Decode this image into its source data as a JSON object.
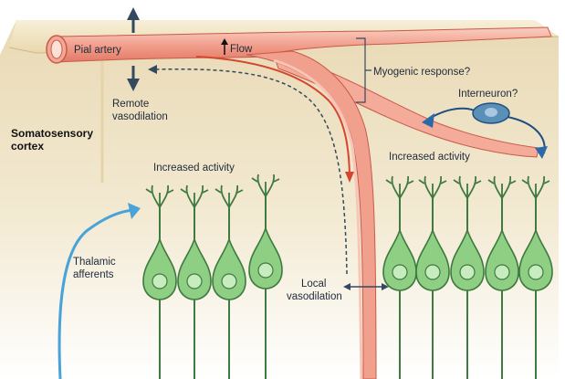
{
  "labels": {
    "pial_artery": "Pial artery",
    "flow": "Flow",
    "myogenic_response": "Myogenic response?",
    "remote_vasodilation_1": "Remote",
    "remote_vasodilation_2": "vasodilation",
    "interneuron": "Interneuron?",
    "cortex_1": "Somatosensory",
    "cortex_2": "cortex",
    "increased_activity_left": "Increased activity",
    "increased_activity_right": "Increased activity",
    "thalamic_1": "Thalamic",
    "thalamic_2": "afferents",
    "local_vasodilation_1": "Local",
    "local_vasodilation_2": "vasodilation"
  },
  "colors": {
    "tissue_top": "#efe3c4",
    "tissue_body": "#e6d7b0",
    "artery": "#f2a08e",
    "artery_light": "#f7c3b3",
    "artery_dark": "#e0614c",
    "neuron_fill": "#8fcf84",
    "neuron_stroke": "#3f7a40",
    "axon_blue": "#4aa3d8",
    "interneuron_fill": "#5a8fb8",
    "arrow_dark": "#34495e"
  }
}
